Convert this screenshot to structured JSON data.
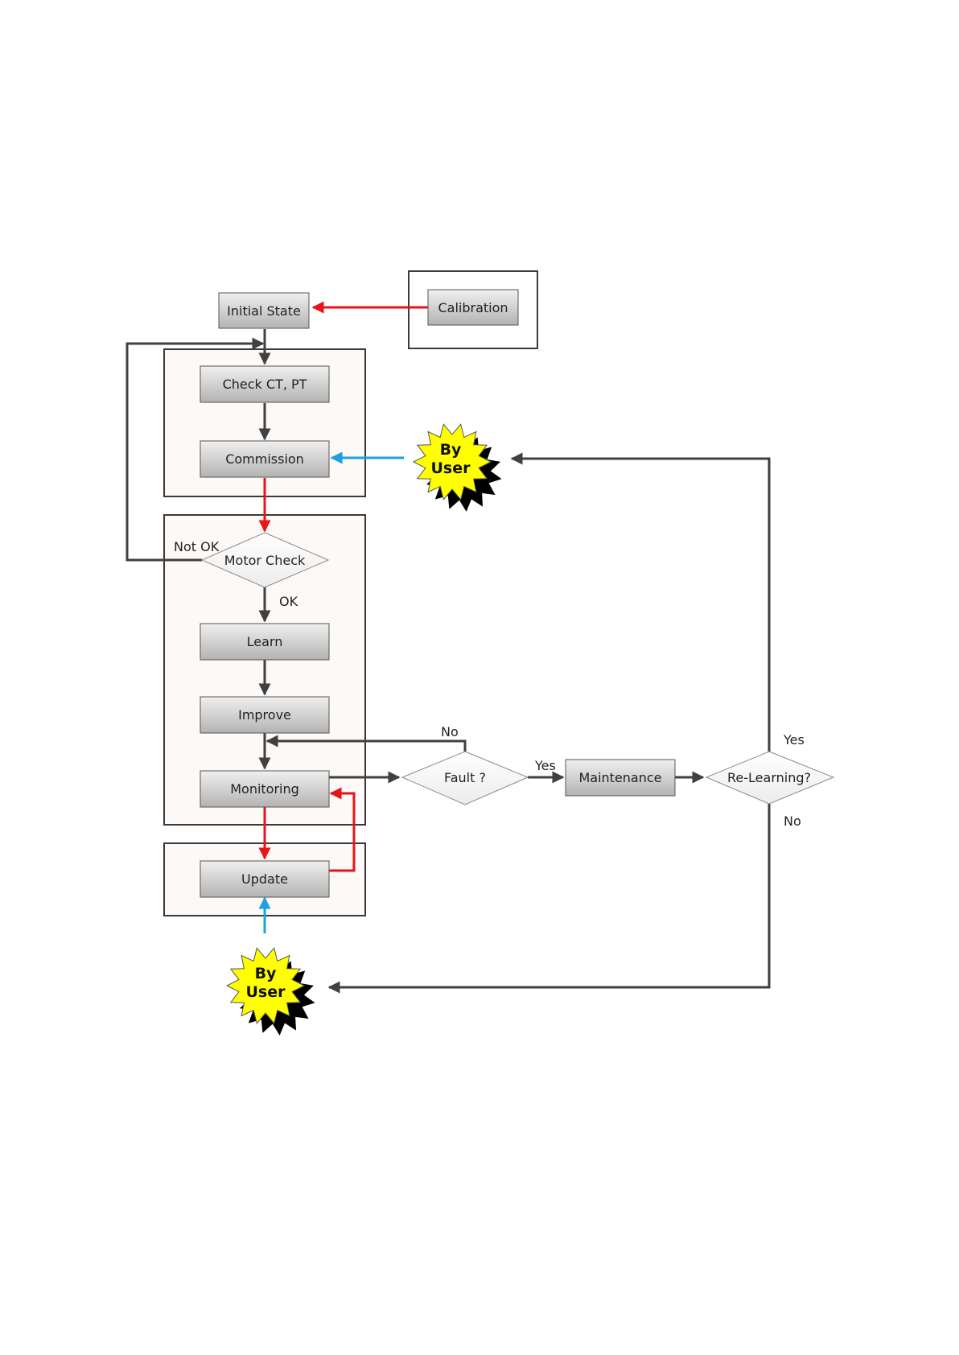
{
  "nodes": {
    "initial_state": "Initial State",
    "calibration": "Calibration",
    "check_ct_pt": "Check CT, PT",
    "commission": "Commission",
    "motor_check": "Motor Check",
    "learn": "Learn",
    "improve": "Improve",
    "monitoring": "Monitoring",
    "update": "Update",
    "fault": "Fault ?",
    "maintenance": "Maintenance",
    "relearning": "Re-Learning?"
  },
  "by_user_top": {
    "line1": "By",
    "line2": "User"
  },
  "by_user_bottom": {
    "line1": "By",
    "line2": "User"
  },
  "edge_labels": {
    "not_ok": "Not OK",
    "ok": "OK",
    "fault_no": "No",
    "fault_yes": "Yes",
    "relearn_yes": "Yes",
    "relearn_no": "No"
  },
  "colors": {
    "flow_dark": "#404040",
    "flow_red": "#e8141a",
    "flow_blue": "#1aa3dc",
    "burst_yellow": "#ffff00",
    "burst_shadow": "#000000",
    "group_fill": "#fcf9f6",
    "node_fill_top": "#ececec",
    "node_fill_bottom": "#b5b5b5"
  }
}
